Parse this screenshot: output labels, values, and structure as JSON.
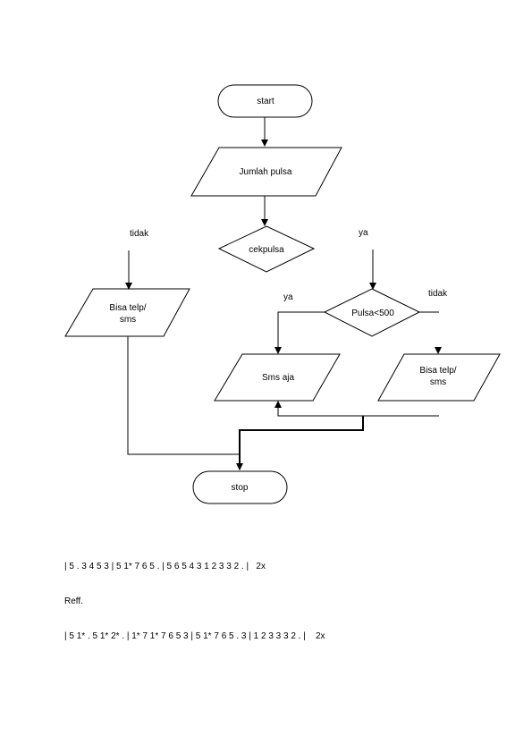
{
  "flowchart": {
    "start": "start",
    "input_jumlah_pulsa": "Jumlah pulsa",
    "decision_cek_pulsa": "cekpulsa",
    "label_tidak_left": "tidak",
    "label_ya_right": "ya",
    "output_bisa_left_line1": "Bisa telp/",
    "output_bisa_left_line2": "sms",
    "decision_pulsa_500": "Pulsa<500",
    "label_ya_inner": "ya",
    "label_tidak_inner": "tidak",
    "output_sms_saja": "Sms aja",
    "output_bisa_right_line1": "Bisa telp/",
    "output_bisa_right_line2": "sms",
    "stop": "stop"
  },
  "notes": {
    "line1": "| 5 . 3 4 5 3 | 5 1* 7 6 5 . | 5 6 5 4 3 1 2 3 3 2 . |   2x",
    "line2": "Reff.",
    "line3": "| 5 1* . 5 1* 2* . | 1* 7 1* 7 6 5 3 | 5 1* 7 6 5 . 3 | 1 2 3 3 3 2 . |    2x"
  }
}
